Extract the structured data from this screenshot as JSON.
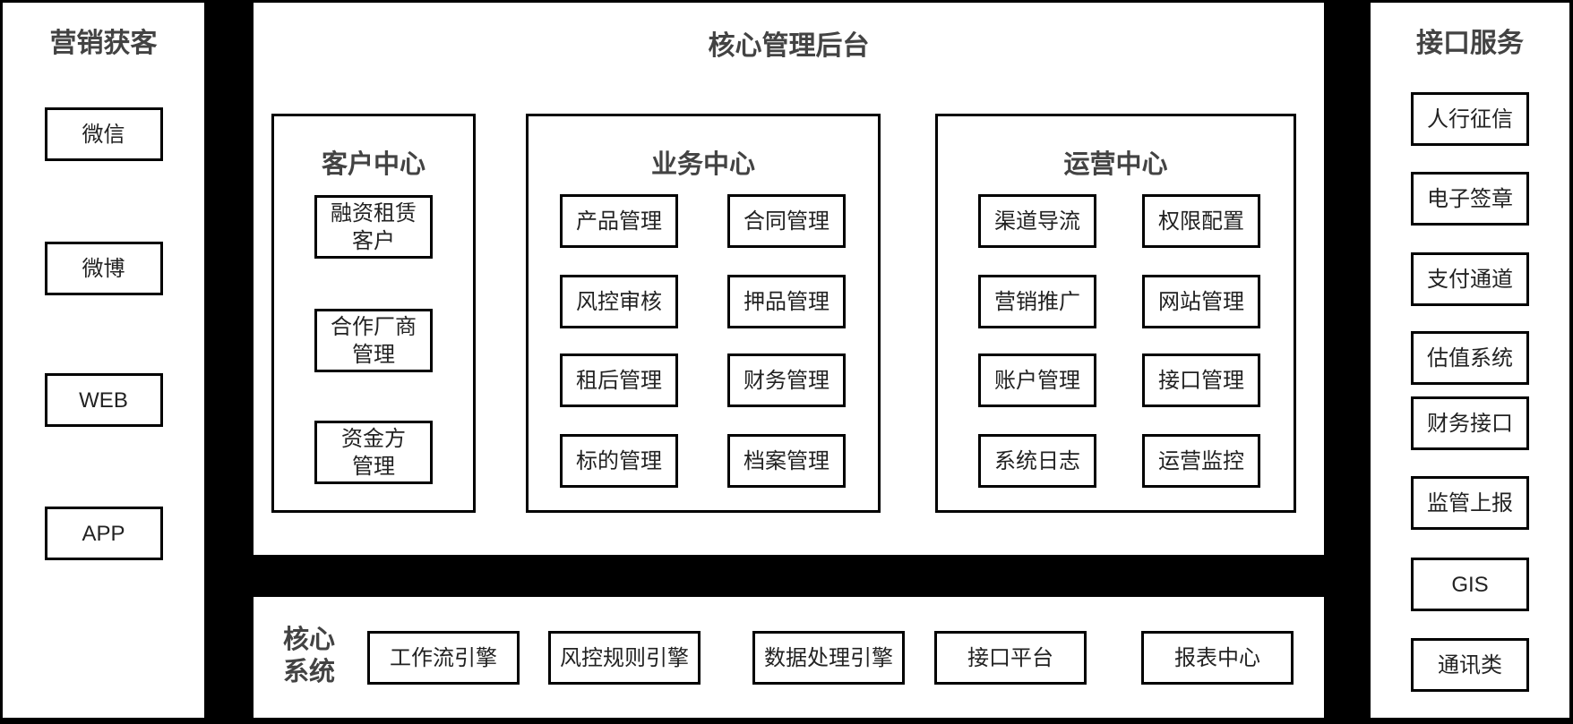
{
  "colors": {
    "background": "#000000",
    "panel": "#ffffff",
    "border": "#000000",
    "title_text": "#434343",
    "box_text": "#222222"
  },
  "left_panel": {
    "title": "营销获客",
    "items": [
      "微信",
      "微博",
      "WEB",
      "APP"
    ]
  },
  "center_panel": {
    "title": "核心管理后台",
    "sections": [
      {
        "title": "客户中心",
        "items": [
          "融资租赁\n客户",
          "合作厂商\n管理",
          "资金方\n管理"
        ]
      },
      {
        "title": "业务中心",
        "items": [
          "产品管理",
          "合同管理",
          "风控审核",
          "押品管理",
          "租后管理",
          "财务管理",
          "标的管理",
          "档案管理"
        ]
      },
      {
        "title": "运营中心",
        "items": [
          "渠道导流",
          "权限配置",
          "营销推广",
          "网站管理",
          "账户管理",
          "接口管理",
          "系统日志",
          "运营监控"
        ]
      }
    ]
  },
  "bottom_panel": {
    "title": "核心\n系统",
    "items": [
      "工作流引擎",
      "风控规则引擎",
      "数据处理引擎",
      "接口平台",
      "报表中心"
    ]
  },
  "right_panel": {
    "title": "接口服务",
    "items": [
      "人行征信",
      "电子签章",
      "支付通道",
      "估值系统",
      "财务接口",
      "监管上报",
      "GIS",
      "通讯类"
    ]
  }
}
